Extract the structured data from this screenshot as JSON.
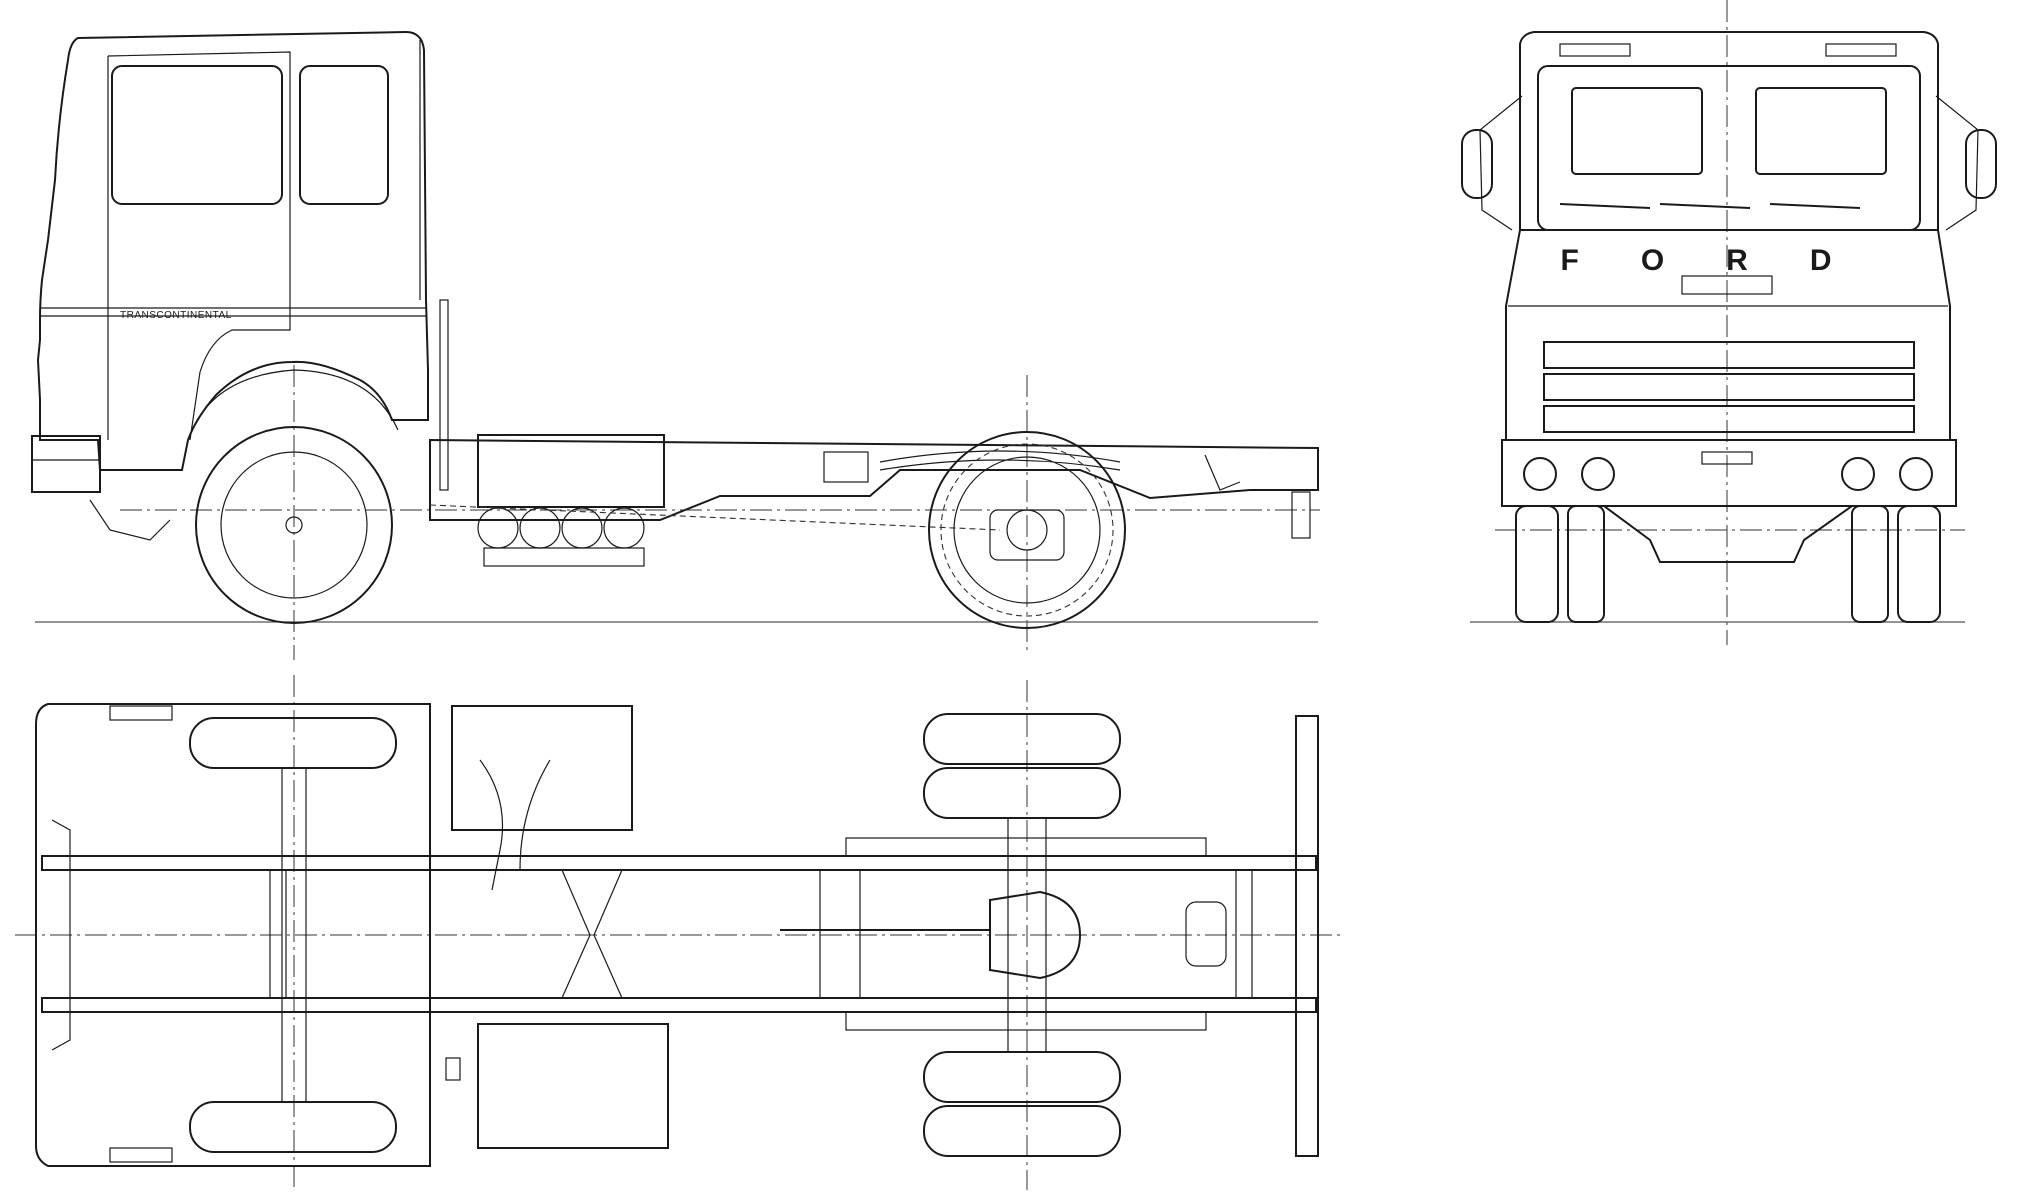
{
  "side_view": {
    "cab_lettering": "TRANSCONTINENTAL"
  },
  "front_view": {
    "grille_badge": "FORD",
    "badge_letters": [
      "F",
      "O",
      "R",
      "D"
    ]
  },
  "palette": {
    "ink": "#1a1a1a",
    "paper": "#ffffff"
  }
}
